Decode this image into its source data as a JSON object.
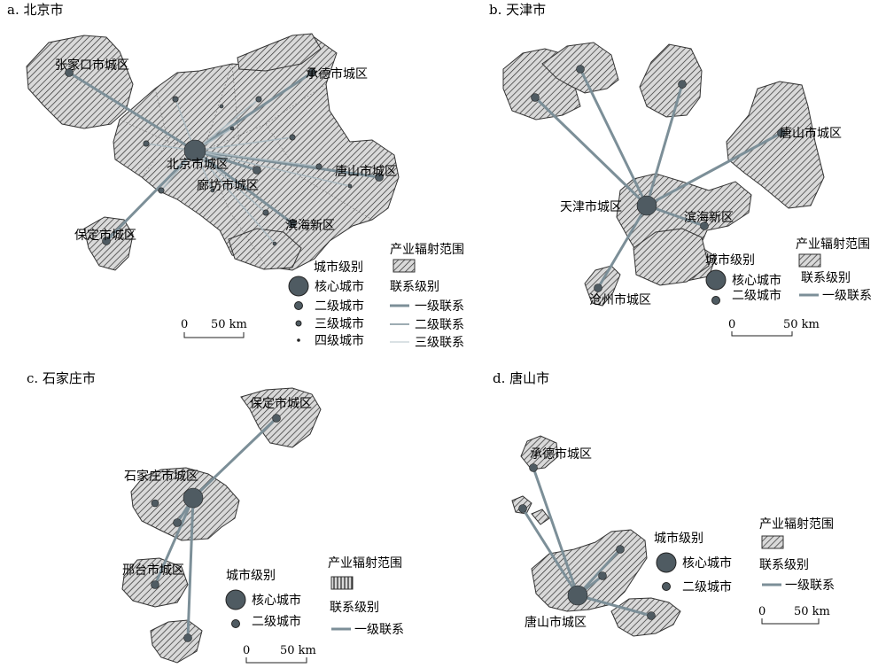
{
  "colors": {
    "node": "#4f5b62",
    "link": "#7c8f98",
    "link_light": "#a9b8bf",
    "hatch": "#333333"
  },
  "panels": {
    "a": {
      "title": "a. 北京市",
      "labels": [
        "张家口市城区",
        "承德市城区",
        "北京市城区",
        "唐山市城区",
        "廊坊市城区",
        "滨海新区",
        "保定市城区"
      ],
      "legend": {
        "city_level_title": "城市级别",
        "core": "核心城市",
        "level2": "二级城市",
        "level3": "三级城市",
        "level4": "四级城市",
        "radiation_title": "产业辐射范围",
        "link_title": "联系级别",
        "link1": "一级联系",
        "link2": "二级联系",
        "link3": "三级联系"
      },
      "scale": {
        "zero": "0",
        "dist": "50 km"
      }
    },
    "b": {
      "title": "b. 天津市",
      "labels": [
        "唐山市城区",
        "天津市城区",
        "滨海新区",
        "沧州市城区"
      ],
      "legend": {
        "radiation_title": "产业辐射范围",
        "city_level_title": "城市级别",
        "core": "核心城市",
        "level2": "二级城市",
        "link_title": "联系级别",
        "link1": "一级联系"
      },
      "scale": {
        "zero": "0",
        "dist": "50 km"
      }
    },
    "c": {
      "title": "c. 石家庄市",
      "labels": [
        "保定市城区",
        "石家庄市城区",
        "邢台市城区"
      ],
      "legend": {
        "radiation_title": "产业辐射范围",
        "city_level_title": "城市级别",
        "core": "核心城市",
        "level2": "二级城市",
        "link_title": "联系级别",
        "link1": "一级联系"
      },
      "scale": {
        "zero": "0",
        "dist": "50 km"
      }
    },
    "d": {
      "title": "d. 唐山市",
      "labels": [
        "承德市城区",
        "唐山市城区"
      ],
      "legend": {
        "radiation_title": "产业辐射范围",
        "city_level_title": "城市级别",
        "core": "核心城市",
        "level2": "二级城市",
        "link_title": "联系级别",
        "link1": "一级联系"
      },
      "scale": {
        "zero": "0",
        "dist": "50 km"
      }
    }
  }
}
